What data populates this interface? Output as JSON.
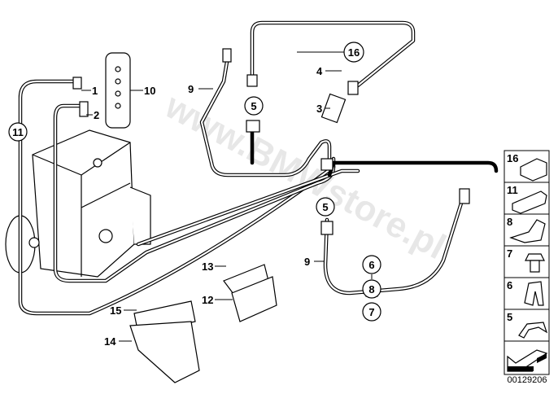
{
  "diagram": {
    "callouts": [
      {
        "id": "c1",
        "label": "1",
        "circled": false
      },
      {
        "id": "c2",
        "label": "2",
        "circled": false
      },
      {
        "id": "c10",
        "label": "10",
        "circled": false
      },
      {
        "id": "c11",
        "label": "11",
        "circled": true
      },
      {
        "id": "c9a",
        "label": "9",
        "circled": false
      },
      {
        "id": "c5a",
        "label": "5",
        "circled": true
      },
      {
        "id": "c16",
        "label": "16",
        "circled": true
      },
      {
        "id": "c4",
        "label": "4",
        "circled": false
      },
      {
        "id": "c3",
        "label": "3",
        "circled": false
      },
      {
        "id": "c5b",
        "label": "5",
        "circled": true
      },
      {
        "id": "c9b",
        "label": "9",
        "circled": false
      },
      {
        "id": "c6",
        "label": "6",
        "circled": true
      },
      {
        "id": "c8",
        "label": "8",
        "circled": true
      },
      {
        "id": "c7",
        "label": "7",
        "circled": true
      },
      {
        "id": "c13",
        "label": "13",
        "circled": false
      },
      {
        "id": "c12",
        "label": "12",
        "circled": false
      },
      {
        "id": "c15",
        "label": "15",
        "circled": false
      },
      {
        "id": "c14",
        "label": "14",
        "circled": false
      }
    ],
    "legend": [
      {
        "label": "16",
        "icon": "clip-holder-icon"
      },
      {
        "label": "11",
        "icon": "double-clip-holder-icon"
      },
      {
        "label": "8",
        "icon": "bracket-icon"
      },
      {
        "label": "7",
        "icon": "hex-bolt-icon"
      },
      {
        "label": "6",
        "icon": "spring-clip-icon"
      },
      {
        "label": "5",
        "icon": "hose-bracket-icon"
      },
      {
        "label": "",
        "icon": "arrow-icon"
      }
    ],
    "watermark": "www.BMWstore.pl",
    "diagram_number": "00129206"
  }
}
